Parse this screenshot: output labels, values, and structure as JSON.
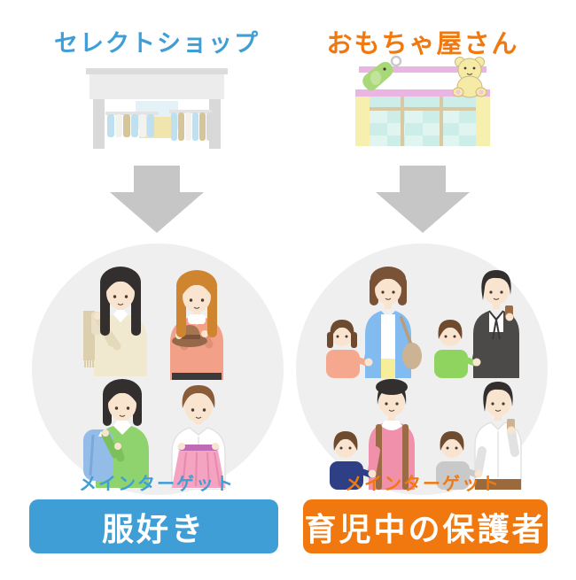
{
  "left": {
    "title": "セレクトショップ",
    "target_label": "メインターゲット",
    "box_label": "服好き"
  },
  "right": {
    "title": "おもちゃ屋さん",
    "target_label": "メインターゲット",
    "box_label": "育児中の保護者"
  },
  "colors": {
    "accent_blue": "#3f9ed6",
    "accent_orange": "#f0780f",
    "arrow": "#c6c6c6",
    "circle_bg": "#efefef",
    "skin": "#f9e4d0",
    "eye": "#4a3a32",
    "hair_black": "#332f2e",
    "hair_brown": "#8a5c38",
    "hair_darkbrown": "#6e4a2f",
    "hair_orange": "#cf8530",
    "hair_mombrown": "#7a5236",
    "beige_cardigan": "#f1e8d0",
    "beige_dark": "#e4d9ba",
    "scarf": "#dbcfae",
    "scarf_light": "#e9dfc6",
    "salmon": "#f2a188",
    "salmon_dark": "#e18f77",
    "hat": "#96684a",
    "hat_light": "#a5754f",
    "hat_dark": "#7d5438",
    "green_sweater": "#8fd36e",
    "green_dark": "#7cc05c",
    "sweater_blue": "#93bce8",
    "sweater_blue_dark": "#7aa8dc",
    "white": "#ffffff",
    "white_line": "#e2e2e2",
    "skirt_pink": "#f4a3c0",
    "skirt_band": "#c06cb4",
    "skirt_line": "#e689ad",
    "cardigan_blue": "#82bbf0",
    "bag": "#cbb394",
    "bag_dark": "#b89d77",
    "suit": "#4c4a48",
    "suit_dark": "#3a3938",
    "sweater_pink": "#f090aa",
    "strap": "#9c6b46",
    "navy": "#2e3f85",
    "boy_green": "#8ed45e",
    "boy_gray": "#c9c9c9",
    "girl_salmon": "#f5a88e",
    "pants": "#9a6a3c",
    "hem_yellow": "#f7ee9a",
    "black_skirt": "#3a3a3a",
    "store_strip": "#dcdcdc",
    "store_awning": "#ececec",
    "store_col": "#d9d9d9",
    "store_window": "#e4f1f6",
    "store_counter": "#f0e5ad",
    "rack_bar": "#e3e3e3",
    "cloth_blue": "#bfe0f0",
    "cloth_tan": "#d6c49a",
    "cloth_white": "#f4f2ec",
    "cloth_gray": "#d8d8d8",
    "toy_pink": "#eab5e3",
    "toy_wall": "#f6efad",
    "toy_window": "#cdeee8",
    "toy_window_light": "#e0f5f0",
    "toy_frame": "#d9c9a2",
    "bear": "#f5eaa6",
    "bear_line": "#caba7f",
    "bear_pink": "#f3c7d8",
    "toy_green": "#a8d878",
    "toy_green_light": "#c2e49a",
    "ring_gray": "#c9c9c9"
  }
}
